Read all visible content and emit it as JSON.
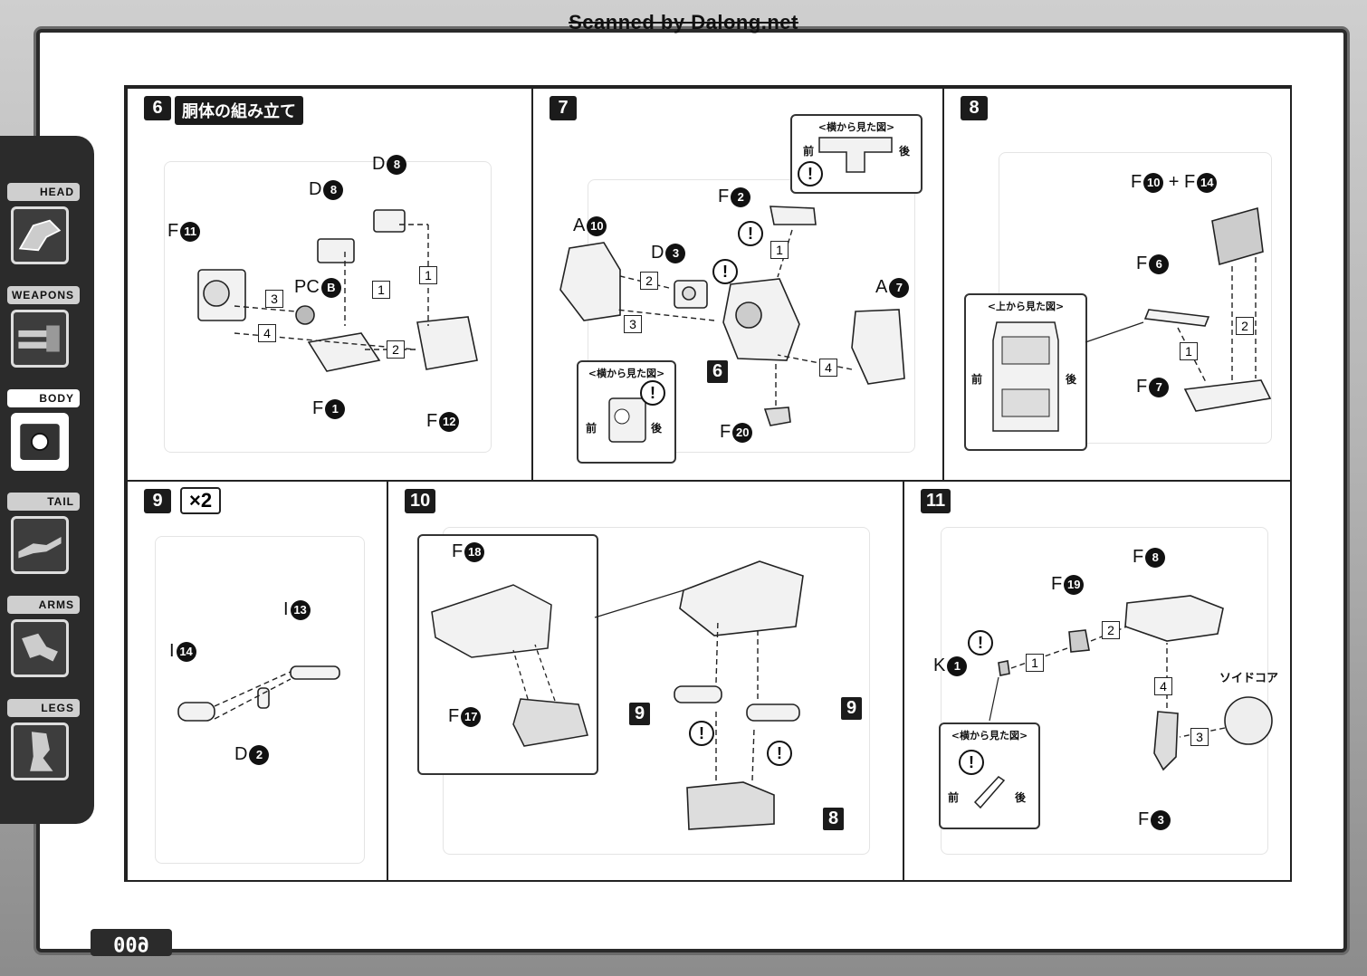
{
  "watermark": "Scanned by Dalong.net",
  "page_number": "009",
  "sidebar": {
    "tabs": [
      {
        "label": "HEAD",
        "active": false
      },
      {
        "label": "WEAPONS",
        "active": false
      },
      {
        "label": "BODY",
        "active": true
      },
      {
        "label": "TAIL",
        "active": false
      },
      {
        "label": "ARMS",
        "active": false
      },
      {
        "label": "LEGS",
        "active": false
      }
    ]
  },
  "steps": {
    "s6": {
      "num": "6",
      "title": "胴体の組み立て",
      "parts": {
        "d8a": "D",
        "d8a_n": "8",
        "d8b": "D",
        "d8b_n": "8",
        "f11": "F",
        "f11_n": "11",
        "pcb": "PC",
        "pcb_n": "B",
        "f1": "F",
        "f1_n": "1",
        "f12": "F",
        "f12_n": "12"
      },
      "seq": [
        "1",
        "1",
        "2",
        "3",
        "4"
      ]
    },
    "s7": {
      "num": "7",
      "callout_top": {
        "title": "<横から見た図>",
        "front": "前",
        "back": "後"
      },
      "callout_bottom": {
        "title": "<横から見た図>",
        "front": "前",
        "back": "後"
      },
      "parts": {
        "a10": "A",
        "a10_n": "10",
        "d3": "D",
        "d3_n": "3",
        "f2": "F",
        "f2_n": "2",
        "a7": "A",
        "a7_n": "7",
        "f20": "F",
        "f20_n": "20"
      },
      "subassy": "6",
      "seq": [
        "1",
        "2",
        "3",
        "4"
      ]
    },
    "s8": {
      "num": "8",
      "callout": {
        "title": "<上から見た図>",
        "front": "前",
        "back": "後"
      },
      "parts": {
        "f10": "F",
        "f10_n": "10",
        "plus": "+",
        "f14": "F",
        "f14_n": "14",
        "f6": "F",
        "f6_n": "6",
        "f7": "F",
        "f7_n": "7"
      },
      "seq": [
        "1",
        "2"
      ]
    },
    "s9": {
      "num": "9",
      "times": "×2",
      "parts": {
        "i13": "I",
        "i13_n": "13",
        "i14": "I",
        "i14_n": "14",
        "d2": "D",
        "d2_n": "2"
      }
    },
    "s10": {
      "num": "10",
      "parts": {
        "f18": "F",
        "f18_n": "18",
        "f17": "F",
        "f17_n": "17"
      },
      "sub": {
        "left": "9",
        "right": "9",
        "bottom": "8"
      }
    },
    "s11": {
      "num": "11",
      "callout": {
        "title": "<横から見た図>",
        "front": "前",
        "back": "後"
      },
      "core_label": "ソイドコア",
      "parts": {
        "f8": "F",
        "f8_n": "8",
        "f19": "F",
        "f19_n": "19",
        "k1": "K",
        "k1_n": "1",
        "f3": "F",
        "f3_n": "3"
      },
      "seq": [
        "1",
        "2",
        "3",
        "4"
      ]
    }
  },
  "warn_symbol": "!"
}
